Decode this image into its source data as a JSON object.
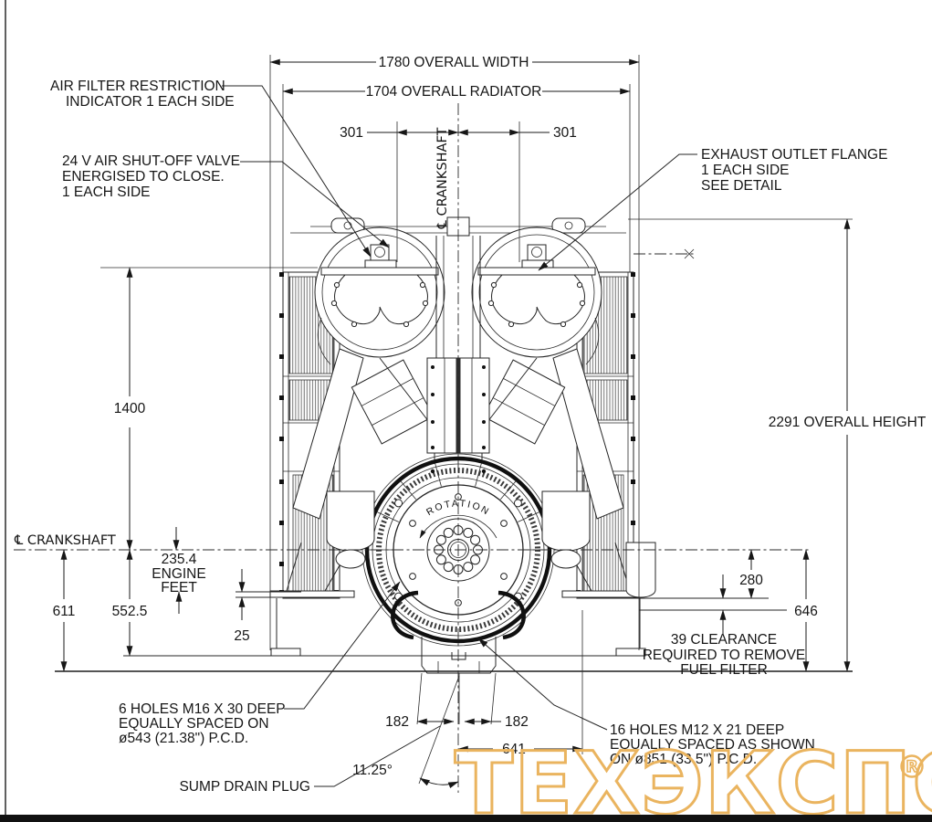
{
  "dims": {
    "overall_width": "1780 OVERALL WIDTH",
    "overall_radiator": "1704 OVERALL RADIATOR",
    "offset_left": "301",
    "offset_right": "301",
    "radiator_height": "1400",
    "overall_height": "2291  OVERALL HEIGHT",
    "crankshaft_center_h": "℄ CRANKSHAFT",
    "crankshaft_center_v": "℄ CRANKSHAFT",
    "engine_feet_value": "235.4",
    "engine_feet_l1": "ENGINE",
    "engine_feet_l2": "FEET",
    "base_611": "611",
    "base_552": "552.5",
    "pad_25": "25",
    "right_280": "280",
    "right_646": "646",
    "sump_182_left": "182",
    "sump_182_right": "182",
    "foot_641": "641",
    "drain_angle": "11.25°"
  },
  "notes": {
    "air_filter_1": "AIR FILTER RESTRICTION",
    "air_filter_2": "INDICATOR 1 EACH SIDE",
    "shutoff_1": "24 V AIR SHUT-OFF VALVE",
    "shutoff_2": "ENERGISED TO CLOSE.",
    "shutoff_3": "1 EACH SIDE",
    "exhaust_1": "EXHAUST OUTLET FLANGE",
    "exhaust_2": "1 EACH SIDE",
    "exhaust_3": "SEE DETAIL",
    "clearance_1": "39 CLEARANCE",
    "clearance_2": "REQUIRED TO REMOVE",
    "clearance_3": "FUEL FILTER",
    "holes6_1": "6 HOLES M16 X 30 DEEP",
    "holes6_2": "EQUALLY SPACED ON",
    "holes6_3": "ø543 (21.38\") P.C.D.",
    "holes16_1": "16 HOLES M12 X 21 DEEP",
    "holes16_2": "EQUALLY SPACED AS SHOWN",
    "holes16_3": "ON ø851 (33.5\") P.C.D.",
    "sump_drain": "SUMP DRAIN PLUG",
    "rotation": "ROTATION"
  },
  "watermark": {
    "text": "ТЕХЭКСПО",
    "registered": "R",
    "color": "#EAB45F"
  }
}
